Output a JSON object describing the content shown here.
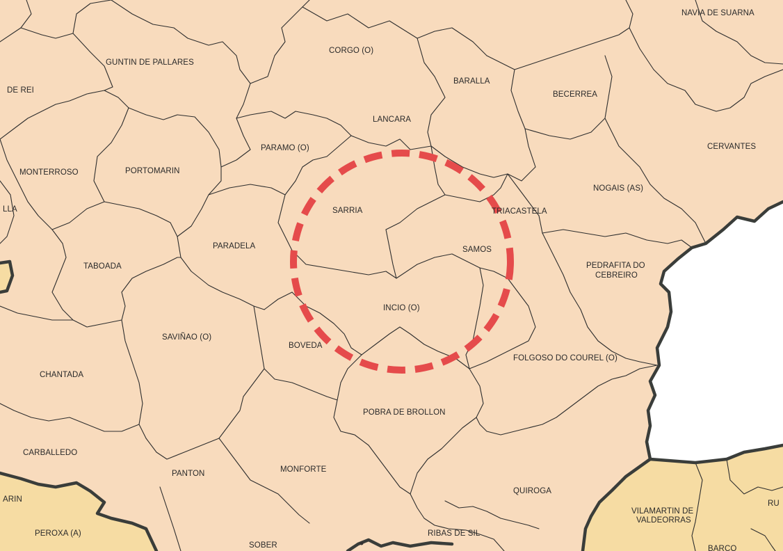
{
  "colors": {
    "land": "#f8dbbd",
    "neighbor_province": "#f6dca3",
    "outside": "#ffffff",
    "municipal_boundary": "#2e2e2e",
    "province_boundary": "#3a3d3a",
    "highlight_ring": "#e54b4b"
  },
  "municipalities": [
    {
      "id": "navia-de-suarna",
      "label": "NAVIA DE SUARNA"
    },
    {
      "id": "guntin-de-pallares",
      "label": "GUNTIN DE PALLARES"
    },
    {
      "id": "corgo",
      "label": "CORGO (O)"
    },
    {
      "id": "baralla",
      "label": "BARALLA"
    },
    {
      "id": "de-rei",
      "label": "DE REI"
    },
    {
      "id": "becerrea",
      "label": "BECERREA"
    },
    {
      "id": "lancara",
      "label": "LANCARA"
    },
    {
      "id": "paramo",
      "label": "PARAMO (O)"
    },
    {
      "id": "cervantes",
      "label": "CERVANTES"
    },
    {
      "id": "monterroso",
      "label": "MONTERROSO"
    },
    {
      "id": "portomarin",
      "label": "PORTOMARIN"
    },
    {
      "id": "nogais",
      "label": "NOGAIS (AS)"
    },
    {
      "id": "sarria",
      "label": "SARRIA"
    },
    {
      "id": "triacastela",
      "label": "TRIACASTELA"
    },
    {
      "id": "lla",
      "label": "LLA"
    },
    {
      "id": "paradela",
      "label": "PARADELA"
    },
    {
      "id": "samos",
      "label": "SAMOS"
    },
    {
      "id": "pedrafita-line1",
      "label": "PEDRAFITA DO"
    },
    {
      "id": "pedrafita-line2",
      "label": "CEBREIRO"
    },
    {
      "id": "taboada",
      "label": "TABOADA"
    },
    {
      "id": "incio",
      "label": "INCIO (O)"
    },
    {
      "id": "savinao",
      "label": "SAVIÑAO (O)"
    },
    {
      "id": "boveda",
      "label": "BOVEDA"
    },
    {
      "id": "folgoso-do-courel",
      "label": "FOLGOSO DO COUREL (O)"
    },
    {
      "id": "chantada",
      "label": "CHANTADA"
    },
    {
      "id": "pobra-de-brollon",
      "label": "POBRA DE BROLLON"
    },
    {
      "id": "carballedo",
      "label": "CARBALLEDO"
    },
    {
      "id": "monforte",
      "label": "MONFORTE"
    },
    {
      "id": "panton",
      "label": "PANTON"
    },
    {
      "id": "quiroga",
      "label": "QUIROGA"
    },
    {
      "id": "arin",
      "label": "ARIN"
    },
    {
      "id": "vilamartin-line1",
      "label": "VILAMARTIN DE"
    },
    {
      "id": "vilamartin-line2",
      "label": "VALDEORRAS"
    },
    {
      "id": "ru",
      "label": "RU"
    },
    {
      "id": "peroxa",
      "label": "PEROXA (A)"
    },
    {
      "id": "ribas-de-sil",
      "label": "RIBAS DE SIL"
    },
    {
      "id": "sober",
      "label": "SOBER"
    },
    {
      "id": "barco",
      "label": "BARCO"
    }
  ],
  "highlight": {
    "name": "highlight-ring",
    "encloses": [
      "sarria",
      "samos",
      "incio"
    ]
  }
}
